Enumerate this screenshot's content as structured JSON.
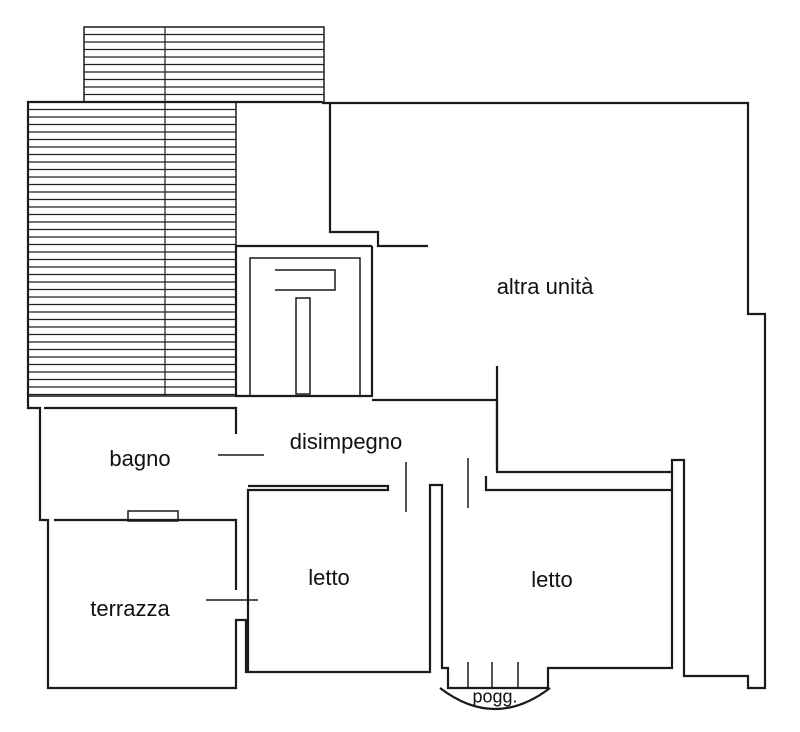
{
  "rooms": {
    "altra_unita": "altra unità",
    "bagno": "bagno",
    "disimpegno": "disimpegno",
    "letto_1": "letto",
    "letto_2": "letto",
    "terrazza": "terrazza",
    "poggiolo": "pogg."
  },
  "colors": {
    "line": "#1a1a1a",
    "paper": "#ffffff"
  }
}
